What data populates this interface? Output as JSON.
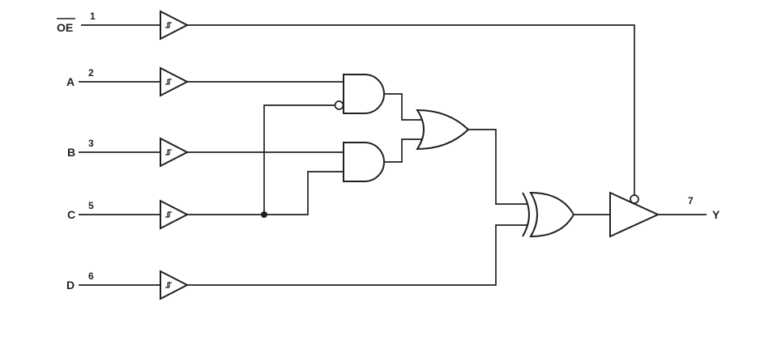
{
  "diagram": {
    "type": "logic-schematic",
    "background": "#ffffff",
    "line_color": "#231f20",
    "inputs": [
      {
        "label": "OE",
        "pin": "1",
        "overline": true
      },
      {
        "label": "A",
        "pin": "2"
      },
      {
        "label": "B",
        "pin": "3"
      },
      {
        "label": "C",
        "pin": "5"
      },
      {
        "label": "D",
        "pin": "6"
      }
    ],
    "output": {
      "label": "Y",
      "pin": "7"
    },
    "gates": {
      "input_buffers": "schmitt-trigger-buffer",
      "and1": "and-gate-with-inverted-input",
      "and2": "and-gate",
      "or": "or-gate",
      "xor": "xor-gate",
      "output_buffer": "tri-state-buffer-active-low-enable"
    }
  }
}
